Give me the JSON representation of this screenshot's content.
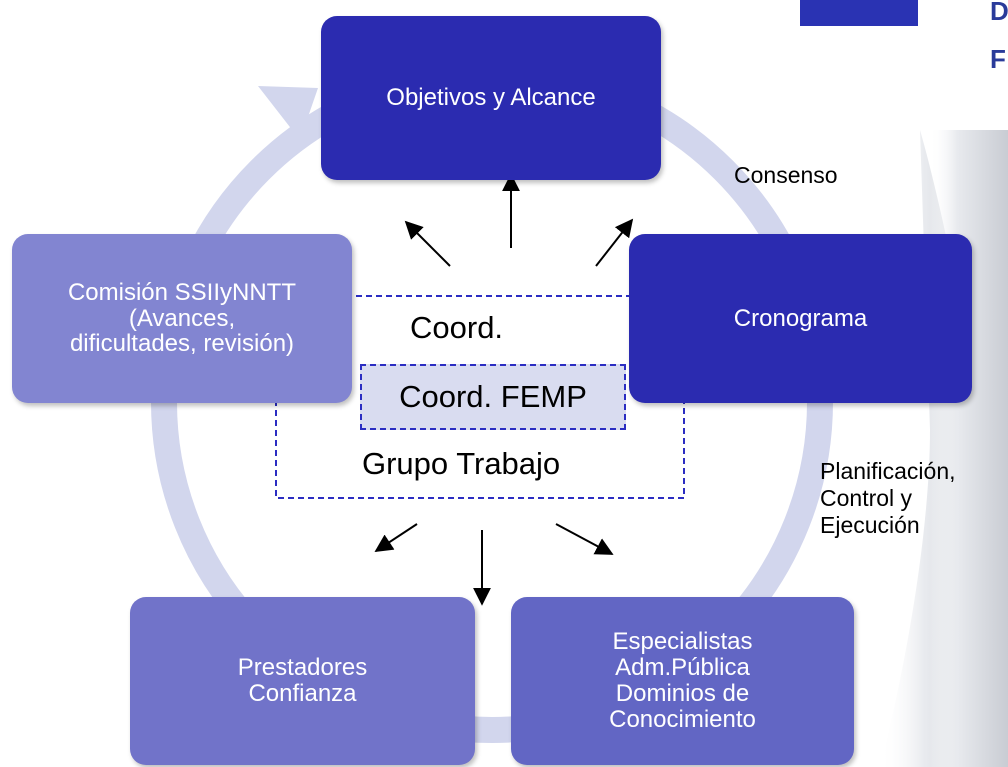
{
  "colors": {
    "ring": "#d2d6ed",
    "box_dark": "#2b2bb0",
    "box_light": "#7f82cf",
    "box_mid": "#6266c4",
    "dash": "#2b2dc2",
    "inner_fill": "#d9dcf0",
    "header_square": "#2a33b3",
    "header_text": "#2a3b9a"
  },
  "header": {
    "partial_text_1": "D",
    "partial_text_2": "F"
  },
  "cycle": {
    "objetivos": "Objetivos y Alcance",
    "cronograma": "Cronograma",
    "especialistas": "Especialistas\nAdm.Pública\nDominios de\nConocimiento",
    "prestadores": "Prestadores\nConfianza",
    "comision": "Comisión SSIIyNNTT\n(Avances,\ndificultades, revisión)"
  },
  "labels": {
    "consenso": "Consenso",
    "planificacion": "Planificación,\nControl y\nEjecución"
  },
  "center": {
    "coord": "Coord.",
    "coord_femp": "Coord. FEMP",
    "grupo_trabajo": "Grupo Trabajo"
  }
}
